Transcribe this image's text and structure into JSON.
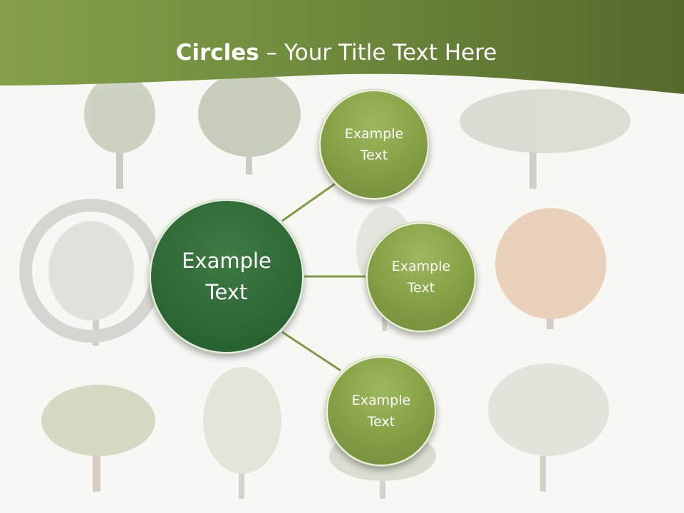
{
  "title": {
    "bold": "Circles",
    "rest": " – Your Title Text Here"
  },
  "center": {
    "line1": "Example",
    "line2": "Text"
  },
  "items": [
    {
      "line1": "Example",
      "line2": "Text"
    },
    {
      "line1": "Example",
      "line2": "Text"
    },
    {
      "line1": "Example",
      "line2": "Text"
    }
  ],
  "colors": {
    "header_green": "#6f8b3c",
    "center_circle": "#2f6a37",
    "outer_circle": "#86a146",
    "connector": "#7f9a48",
    "background": "#f7f7f3"
  }
}
